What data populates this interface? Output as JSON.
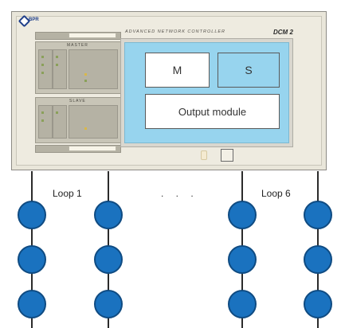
{
  "controller": {
    "brand": "BPR",
    "title": "ADVANCED NETWORK CONTROLLER",
    "model": "DCM 2",
    "master_label": "MASTER",
    "slave_label": "SLAVE"
  },
  "modules": {
    "m_label": "M",
    "s_label": "S",
    "output_label": "Output module"
  },
  "loops": {
    "first_label": "Loop 1",
    "last_label": "Loop 6",
    "ellipsis": ". . ."
  },
  "colors": {
    "node_fill": "#1a72bf",
    "screen": "#97d4ee",
    "panel": "#e9e6da"
  }
}
